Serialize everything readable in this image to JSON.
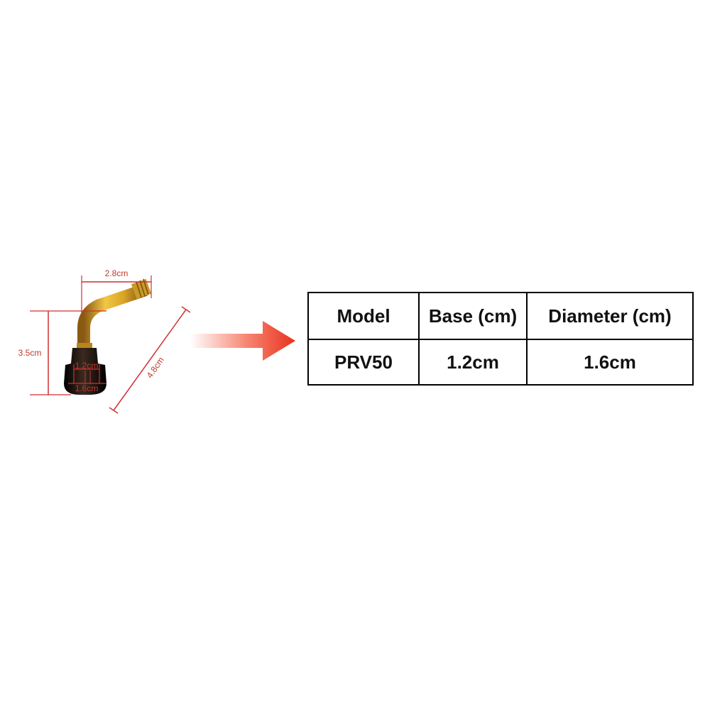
{
  "dimensions": {
    "top_width": "2.8cm",
    "height": "3.5cm",
    "length": "4.8cm",
    "base": "1.2cm",
    "diameter": "1.6cm"
  },
  "table": {
    "headers": [
      "Model",
      "Base (cm)",
      "Diameter (cm)"
    ],
    "rows": [
      [
        "PRV50",
        "1.2cm",
        "1.6cm"
      ]
    ]
  },
  "colors": {
    "dimension_lines": "#d32f2f",
    "arrow": "#e8321e",
    "brass": "#d4a017",
    "rubber": "#111111"
  }
}
